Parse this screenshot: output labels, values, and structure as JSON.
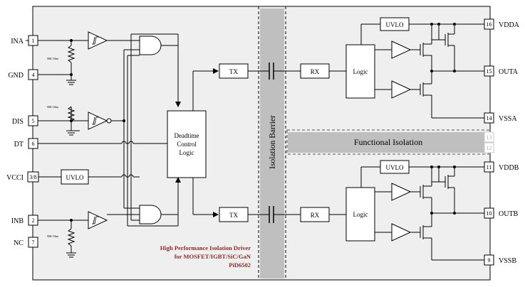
{
  "colors": {
    "package_fill": "#efefef",
    "barrier_fill": "#bfbfbf",
    "line": "#000000",
    "title": "#8b2a2a",
    "nc_pin_border": "#c8c8c8"
  },
  "left_pins": [
    {
      "num": "1",
      "label": "INA"
    },
    {
      "num": "4",
      "label": "GND"
    },
    {
      "num": "5",
      "label": "DIS"
    },
    {
      "num": "6",
      "label": "DT"
    },
    {
      "num": "3/8",
      "label": "VCCI"
    },
    {
      "num": "2",
      "label": "INB"
    },
    {
      "num": "7",
      "label": "NC"
    }
  ],
  "right_pins": [
    {
      "num": "16",
      "label": "VDDA"
    },
    {
      "num": "15",
      "label": "OUTA"
    },
    {
      "num": "14",
      "label": "VSSA"
    },
    {
      "num": "13",
      "label": ""
    },
    {
      "num": "12",
      "label": ""
    },
    {
      "num": "11",
      "label": "VDDB"
    },
    {
      "num": "10",
      "label": "OUTB"
    },
    {
      "num": "9",
      "label": "VSSB"
    }
  ],
  "blocks": {
    "uvlo": "UVLO",
    "deadtime": [
      "Deadtime",
      "Control",
      "Logic"
    ],
    "tx": "TX",
    "rx": "RX",
    "logic": "Logic"
  },
  "resistor_label": "90K Ohm",
  "isolation_barrier": "Isolation Barrier",
  "functional_isolation": "Functional Isolation",
  "title_lines": [
    "High Performance Isolation Driver",
    "for MOSFET/IGBT/SiC/GaN",
    "PiD6502"
  ]
}
